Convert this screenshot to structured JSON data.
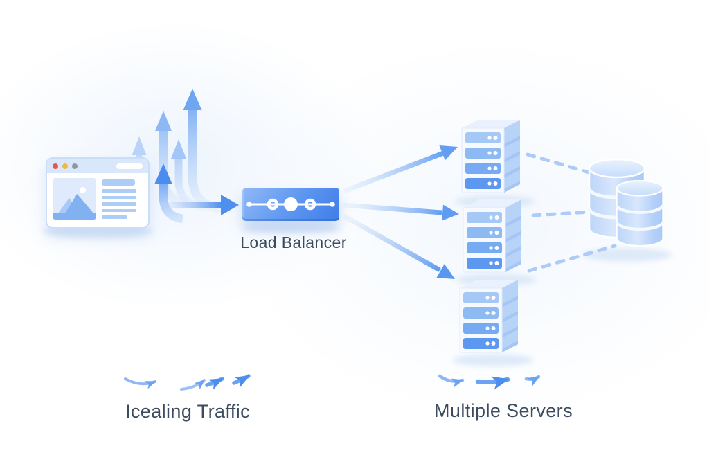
{
  "diagram": {
    "type": "architecture-diagram",
    "labels": {
      "load_balancer": "Load Balancer",
      "traffic": "Icealing Traffic",
      "servers": "Multiple Servers"
    },
    "nodes": [
      {
        "id": "client-browser",
        "kind": "browser-window"
      },
      {
        "id": "load-balancer",
        "kind": "load-balancer",
        "label": "Load Balancer"
      },
      {
        "id": "server-1",
        "kind": "server-rack"
      },
      {
        "id": "server-2",
        "kind": "server-rack"
      },
      {
        "id": "server-3",
        "kind": "server-rack"
      },
      {
        "id": "database-back",
        "kind": "database-cylinder"
      },
      {
        "id": "database-front",
        "kind": "database-cylinder"
      }
    ],
    "edges": [
      {
        "from": "client-browser",
        "to": "load-balancer",
        "style": "solid-arrow"
      },
      {
        "from": "load-balancer",
        "to": "server-1",
        "style": "solid-arrow"
      },
      {
        "from": "load-balancer",
        "to": "server-2",
        "style": "solid-arrow"
      },
      {
        "from": "load-balancer",
        "to": "server-3",
        "style": "solid-arrow"
      },
      {
        "from": "server-1",
        "to": "database-back",
        "style": "dashed-link"
      },
      {
        "from": "server-2",
        "to": "database-back",
        "style": "dashed-link"
      },
      {
        "from": "server-3",
        "to": "database-front",
        "style": "dashed-link"
      }
    ],
    "palette": {
      "accent_blue": "#4c8df0",
      "mid_blue": "#6ba2f1",
      "light_blue": "#aecdf6",
      "pale_blue": "#dce9fc",
      "text_color": "#3d4b5f",
      "window_dot_red": "#e2574e",
      "window_dot_yellow": "#f2b93f",
      "window_dot_gray": "#8e989f",
      "canvas": "#ffffff"
    }
  }
}
